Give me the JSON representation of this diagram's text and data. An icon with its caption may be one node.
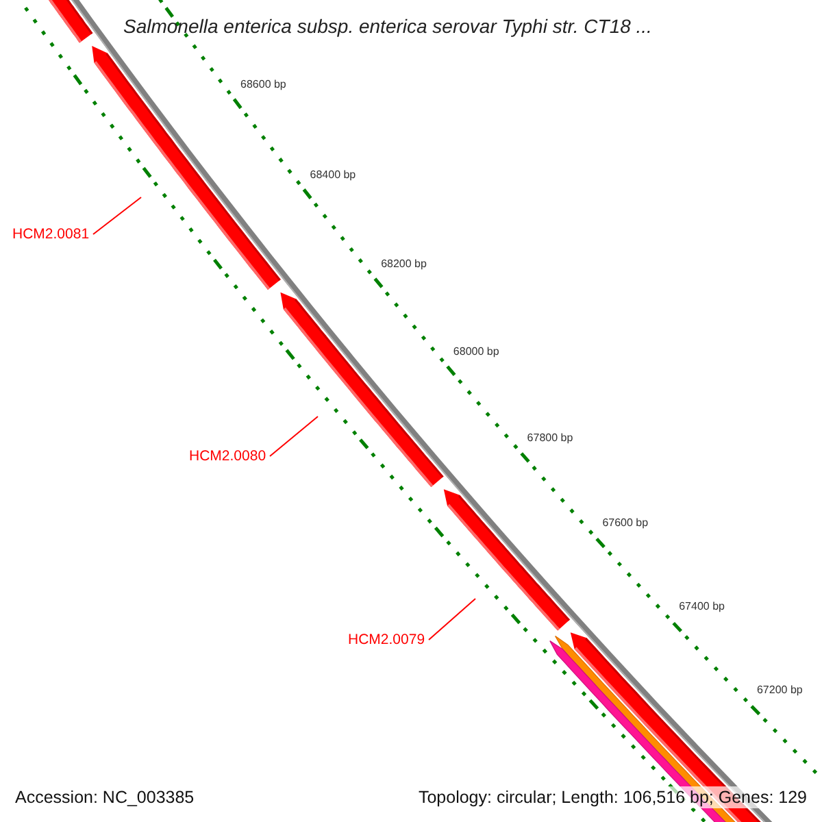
{
  "diagram": {
    "title": "Salmonella enterica subsp. enterica serovar Typhi str. CT18 ...",
    "nodes": [
      {
        "text": [
          "HCM2.0081"
        ]
      },
      {
        "text": [
          "HCM2.0080"
        ]
      },
      {
        "text": [
          "HCM2.0079"
        ]
      }
    ],
    "edges": [
      {
        "from": 0,
        "to": null,
        "arrow": "none"
      },
      {
        "from": 1,
        "to": null,
        "arrow": "none"
      },
      {
        "from": 2,
        "to": null,
        "arrow": "none"
      }
    ],
    "labels": [
      "68600 bp",
      "68400 bp",
      "68200 bp",
      "68000 bp",
      "67800 bp",
      "67600 bp",
      "67400 bp",
      "67200 bp",
      "Accession: NC_003385",
      "Topology: circular; Length: 106,516 bp; Genes: 129"
    ]
  }
}
